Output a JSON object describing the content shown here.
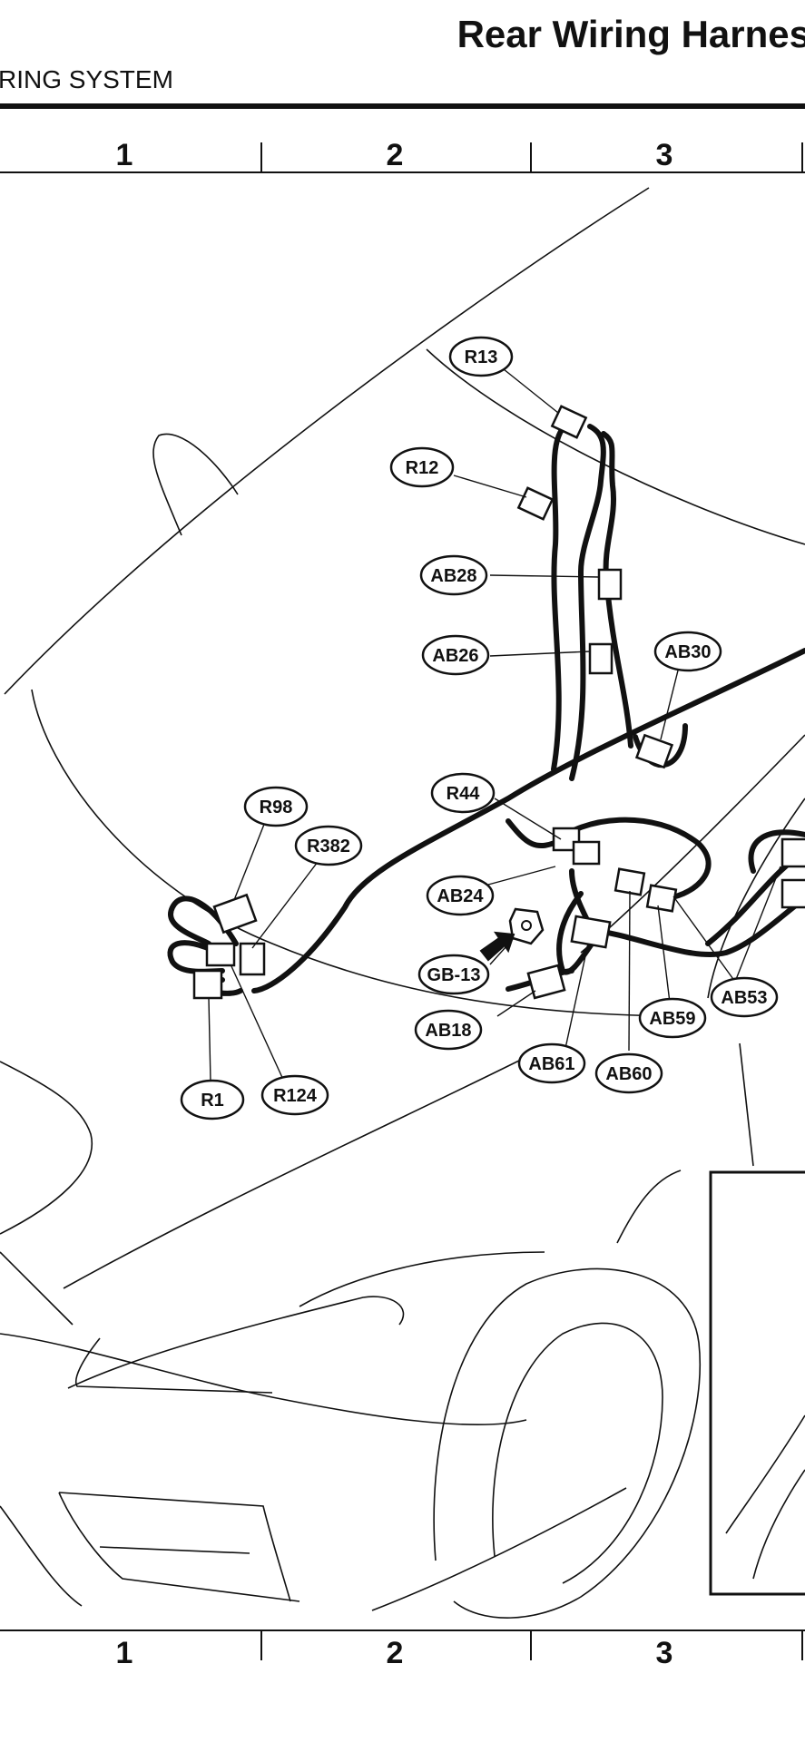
{
  "header": {
    "title": "Rear Wiring Harnes",
    "subtitle": "RING SYSTEM"
  },
  "grid": {
    "top_columns": [
      "1",
      "2",
      "3"
    ],
    "bottom_columns": [
      "1",
      "2",
      "3"
    ]
  },
  "connectors": {
    "r13": "R13",
    "r12": "R12",
    "ab28": "AB28",
    "ab26": "AB26",
    "ab30": "AB30",
    "r44": "R44",
    "r98": "R98",
    "r382": "R382",
    "ab24": "AB24",
    "gb13": "GB-13",
    "ab18": "AB18",
    "ab61": "AB61",
    "ab60": "AB60",
    "ab59": "AB59",
    "ab53": "AB53",
    "r1": "R1",
    "r124": "R124"
  },
  "colors": {
    "line": "#111111",
    "background": "#ffffff"
  }
}
